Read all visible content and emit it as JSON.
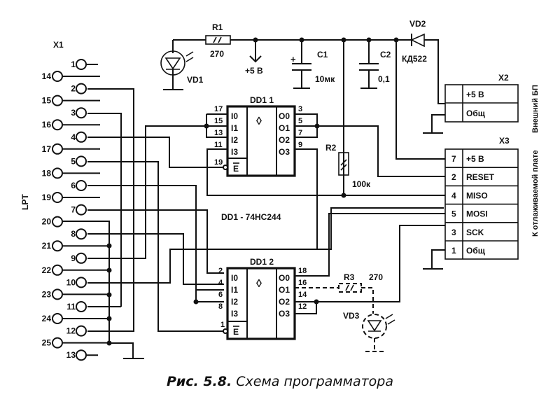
{
  "figure": {
    "caption_label": "Рис. 5.8.",
    "caption_text": "Схема программатора"
  },
  "x1": {
    "ref": "X1",
    "side_label": "LPT",
    "pins_right": [
      "1",
      "2",
      "3",
      "4",
      "5",
      "6",
      "7",
      "8",
      "9",
      "10",
      "11",
      "12",
      "13"
    ],
    "pins_left": [
      "14",
      "15",
      "16",
      "17",
      "18",
      "19",
      "20",
      "21",
      "22",
      "23",
      "24",
      "25"
    ]
  },
  "power": {
    "r1": {
      "ref": "R1",
      "value": "270"
    },
    "vd1": {
      "ref": "VD1"
    },
    "vcc": {
      "label": "+5 В"
    },
    "c1": {
      "ref": "C1",
      "value": "10мк",
      "polarity": "+"
    },
    "c2": {
      "ref": "C2",
      "value": "0,1"
    },
    "vd2": {
      "ref": "VD2",
      "value": "КД522"
    }
  },
  "dd1_1": {
    "title": "DD1 1",
    "symbol": "◊",
    "in_pins": [
      "17",
      "15",
      "13",
      "11"
    ],
    "in_labels": [
      "I0",
      "I1",
      "I2",
      "I3"
    ],
    "en_pin": "19",
    "en_label": "E",
    "out_pins": [
      "3",
      "5",
      "7",
      "9"
    ],
    "out_labels": [
      "O0",
      "O1",
      "O2",
      "O3"
    ]
  },
  "dd1_2": {
    "title": "DD1 2",
    "symbol": "◊",
    "in_pins": [
      "2",
      "4",
      "6",
      "8"
    ],
    "in_labels": [
      "I0",
      "I1",
      "I2",
      "I3"
    ],
    "en_pin": "1",
    "en_label": "E",
    "out_pins": [
      "18",
      "16",
      "14",
      "12"
    ],
    "out_labels": [
      "O0",
      "O1",
      "O2",
      "O3"
    ]
  },
  "chip_note": "DD1 - 74HC244",
  "r2": {
    "ref": "R2",
    "value": "100к"
  },
  "r3": {
    "ref": "R3",
    "value": "270"
  },
  "vd3": {
    "ref": "VD3"
  },
  "x2": {
    "ref": "X2",
    "side_label": "Внешний БП",
    "rows": [
      {
        "pin": "",
        "signal": "+5 В"
      },
      {
        "pin": "",
        "signal": "Общ"
      }
    ]
  },
  "x3": {
    "ref": "X3",
    "side_label": "К отлаживаемой плате",
    "rows": [
      {
        "pin": "7",
        "signal": "+5 В"
      },
      {
        "pin": "2",
        "signal": "RESET"
      },
      {
        "pin": "4",
        "signal": "MISO"
      },
      {
        "pin": "5",
        "signal": "MOSI"
      },
      {
        "pin": "3",
        "signal": "SCK"
      },
      {
        "pin": "1",
        "signal": "Общ"
      }
    ]
  }
}
